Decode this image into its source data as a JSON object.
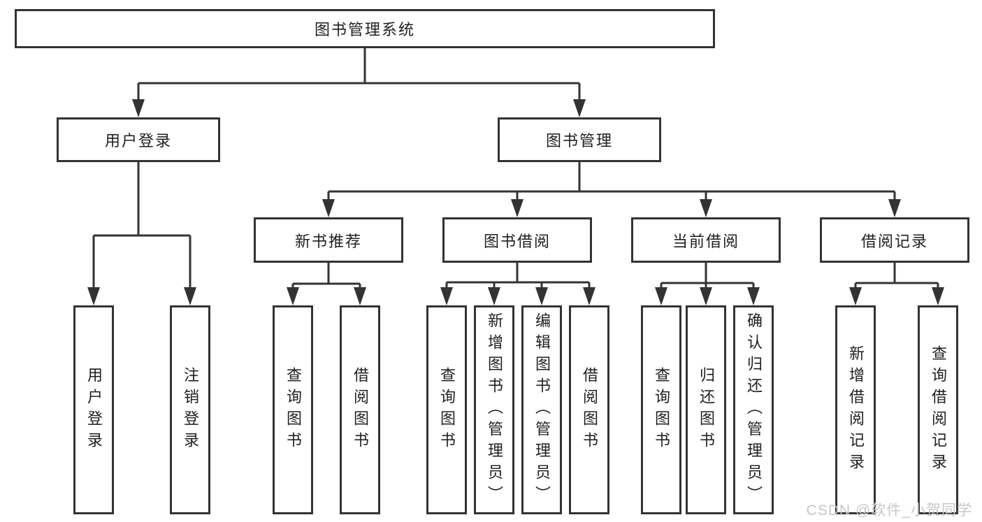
{
  "diagram": {
    "root": {
      "label": "图书管理系统"
    },
    "branches": [
      {
        "label": "用户登录",
        "children": [
          {
            "label": "用户登录"
          },
          {
            "label": "注销登录"
          }
        ]
      },
      {
        "label": "图书管理",
        "children": [
          {
            "label": "新书推荐",
            "children": [
              {
                "label": "查询图书"
              },
              {
                "label": "借阅图书"
              }
            ]
          },
          {
            "label": "图书借阅",
            "children": [
              {
                "label": "查询图书"
              },
              {
                "label": "新增图书（管理员）"
              },
              {
                "label": "编辑图书（管理员）"
              },
              {
                "label": "借阅图书"
              }
            ]
          },
          {
            "label": "当前借阅",
            "children": [
              {
                "label": "查询图书"
              },
              {
                "label": "归还图书"
              },
              {
                "label": "确认归还（管理员）"
              }
            ]
          },
          {
            "label": "借阅记录",
            "children": [
              {
                "label": "新增借阅记录"
              },
              {
                "label": "查询借阅记录"
              }
            ]
          }
        ]
      }
    ]
  },
  "watermark": {
    "text": "CSDN @软件_小贺同学"
  },
  "colors": {
    "line": "#333333",
    "text": "#1f1f1f",
    "background": "#ffffff",
    "watermark": "#c7c7c7"
  }
}
